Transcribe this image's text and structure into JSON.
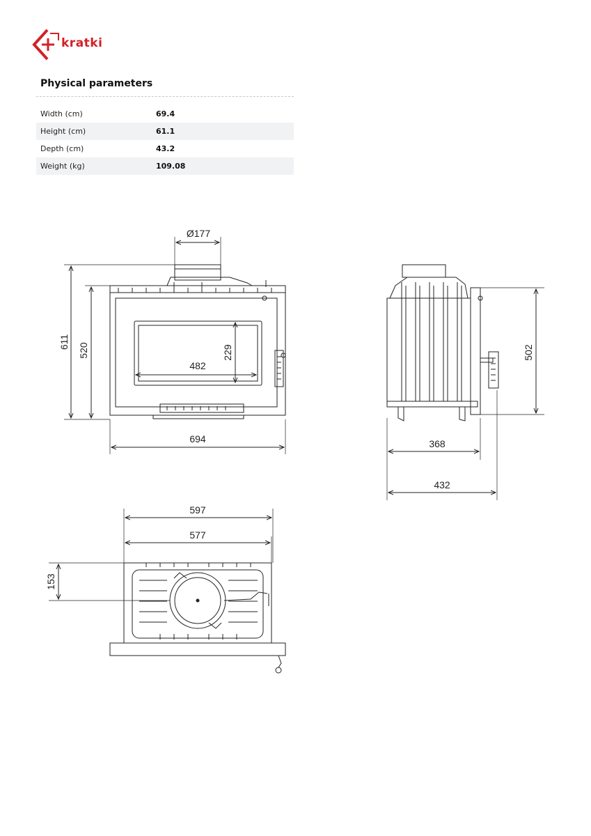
{
  "brand": {
    "name": "kratki",
    "color": "#d42027"
  },
  "section_title": "Physical parameters",
  "parameters": [
    {
      "label": "Width (cm)",
      "value": "69.4"
    },
    {
      "label": "Height (cm)",
      "value": "61.1"
    },
    {
      "label": "Depth (cm)",
      "value": "43.2"
    },
    {
      "label": "Weight (kg)",
      "value": "109.08"
    }
  ],
  "drawing": {
    "front": {
      "flue_diameter": "Ø177",
      "total_height": "611",
      "body_height": "520",
      "glass_height": "229",
      "glass_width": "482",
      "total_width": "694"
    },
    "side": {
      "panel_height": "502",
      "body_depth": "368",
      "total_depth": "432"
    },
    "top": {
      "outer_width": "597",
      "inner_width": "577",
      "flue_offset": "153"
    }
  }
}
